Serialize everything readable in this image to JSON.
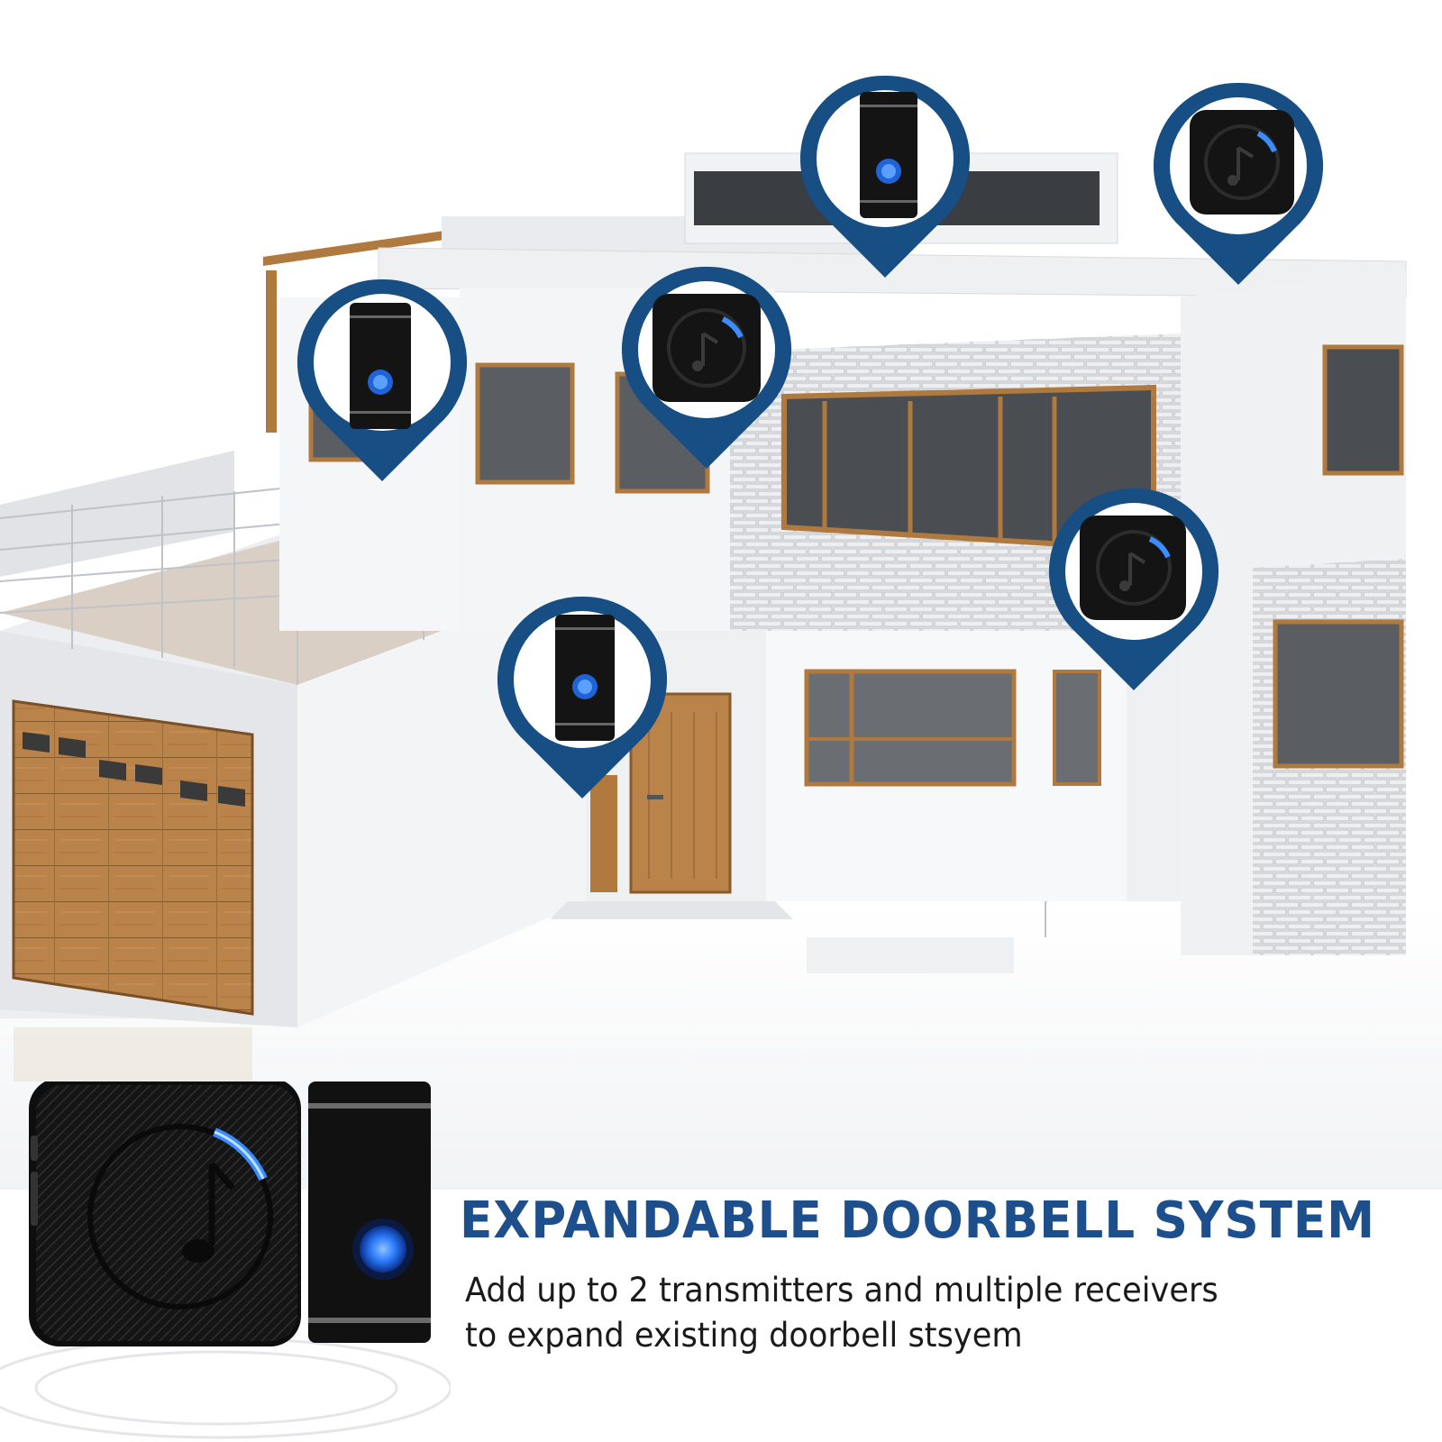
{
  "headline": "EXPANDABLE DOORBELL SYSTEM",
  "subheadline": {
    "line1": "Add up to 2 transmitters and multiple receivers",
    "line2": "to expand existing doorbell stsyem"
  },
  "colors": {
    "accent_blue": "#1d4f8c",
    "pin_blue": "#174e84",
    "led_blue": "#2e7dff",
    "device_black": "#141414",
    "wood": "#b07a3f"
  },
  "icons": {
    "transmitter": "doorbell-transmitter-icon",
    "receiver": "chime-receiver-icon",
    "pin": "location-pin-icon"
  },
  "pins": [
    {
      "device": "transmitter"
    },
    {
      "device": "receiver"
    },
    {
      "device": "transmitter"
    },
    {
      "device": "receiver"
    },
    {
      "device": "receiver"
    },
    {
      "device": "transmitter"
    }
  ]
}
